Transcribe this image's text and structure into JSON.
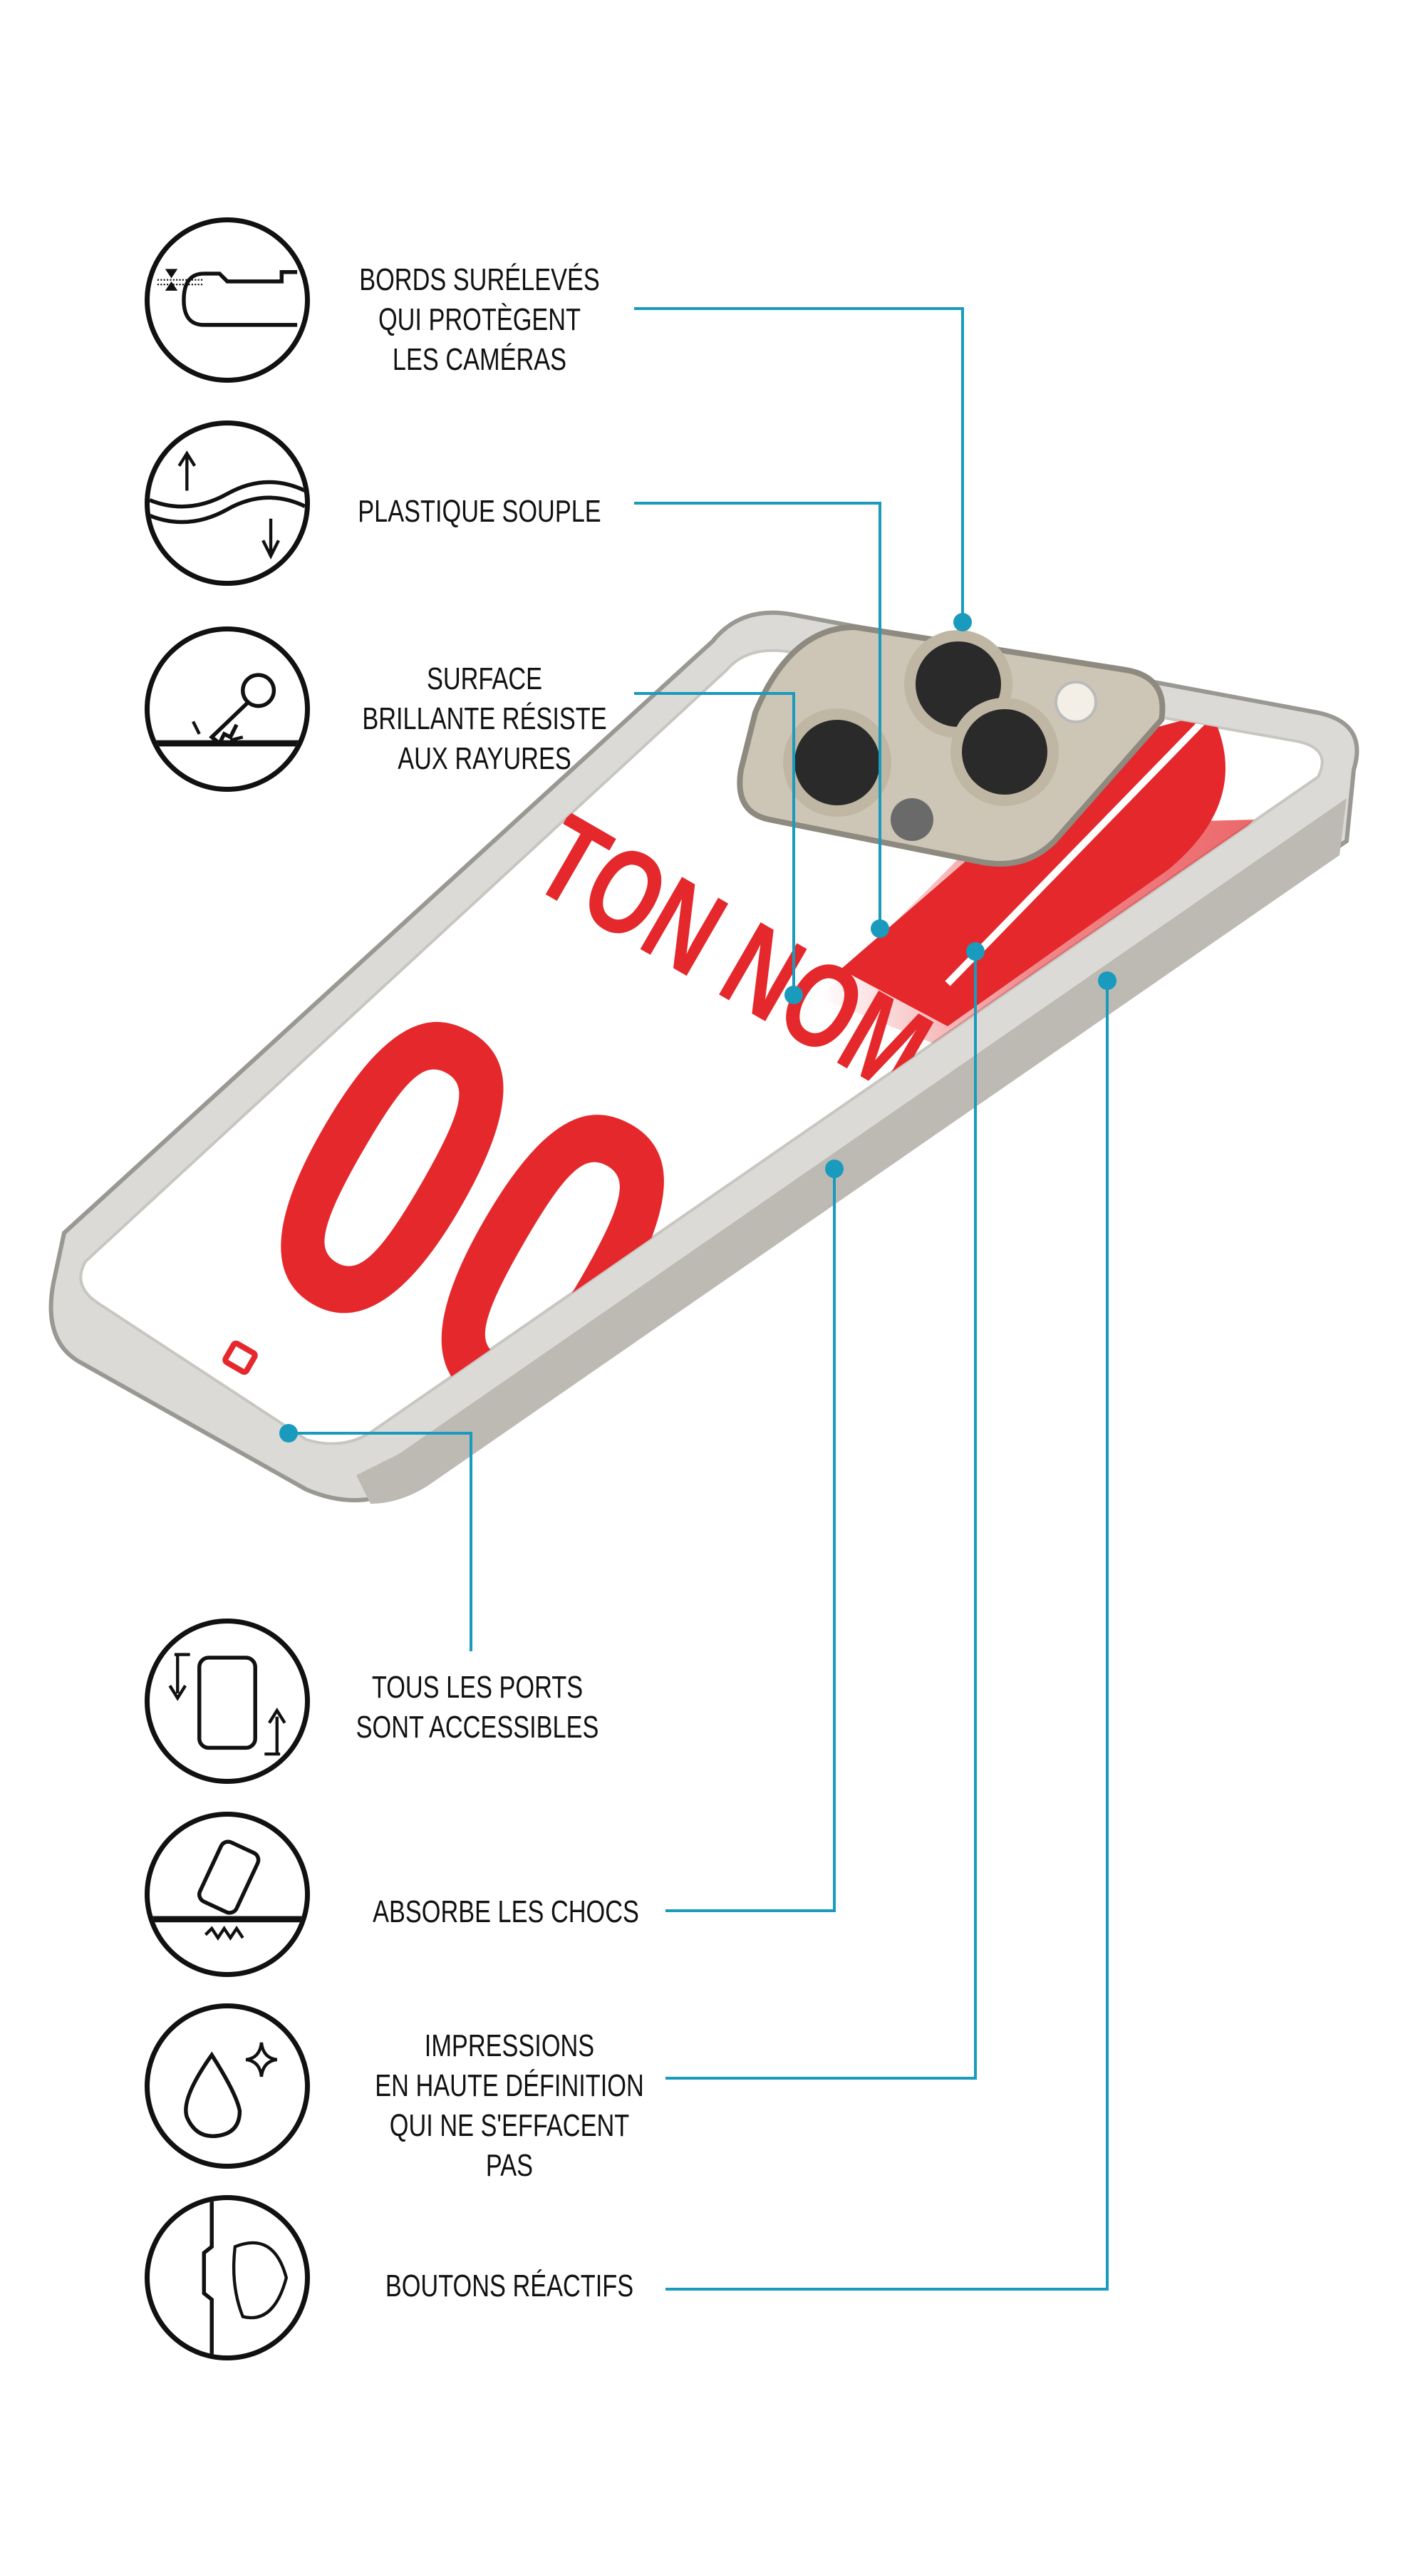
{
  "features": [
    {
      "id": "raised-edges",
      "icon": "raised-edge-icon",
      "lines": [
        "BORDS SURÉLEVÉS",
        "QUI PROTÈGENT",
        "LES CAMÉRAS"
      ]
    },
    {
      "id": "soft-plastic",
      "icon": "flexible-plastic-icon",
      "lines": [
        "PLASTIQUE SOUPLE"
      ]
    },
    {
      "id": "scratch-resistant",
      "icon": "key-scratch-icon",
      "lines": [
        "SURFACE",
        "BRILLANTE RÉSISTE",
        "AUX RAYURES"
      ]
    },
    {
      "id": "ports-accessible",
      "icon": "phone-rotate-icon",
      "lines": [
        "TOUS LES PORTS",
        "SONT ACCESSIBLES"
      ]
    },
    {
      "id": "shock-absorb",
      "icon": "phone-drop-icon",
      "lines": [
        "ABSORBE LES CHOCS"
      ]
    },
    {
      "id": "hd-print",
      "icon": "water-drop-sparkle-icon",
      "lines": [
        "IMPRESSIONS",
        "EN HAUTE DÉFINITION",
        "QUI NE S'EFFACENT PAS"
      ]
    },
    {
      "id": "responsive-buttons",
      "icon": "side-button-icon",
      "lines": [
        "BOUTONS RÉACTIFS"
      ]
    }
  ],
  "phone": {
    "name_text": "TON NOM",
    "number_text": "00"
  },
  "colors": {
    "accent": "#1a9bbd",
    "jersey_red": "#e4282c",
    "text": "#111111"
  }
}
